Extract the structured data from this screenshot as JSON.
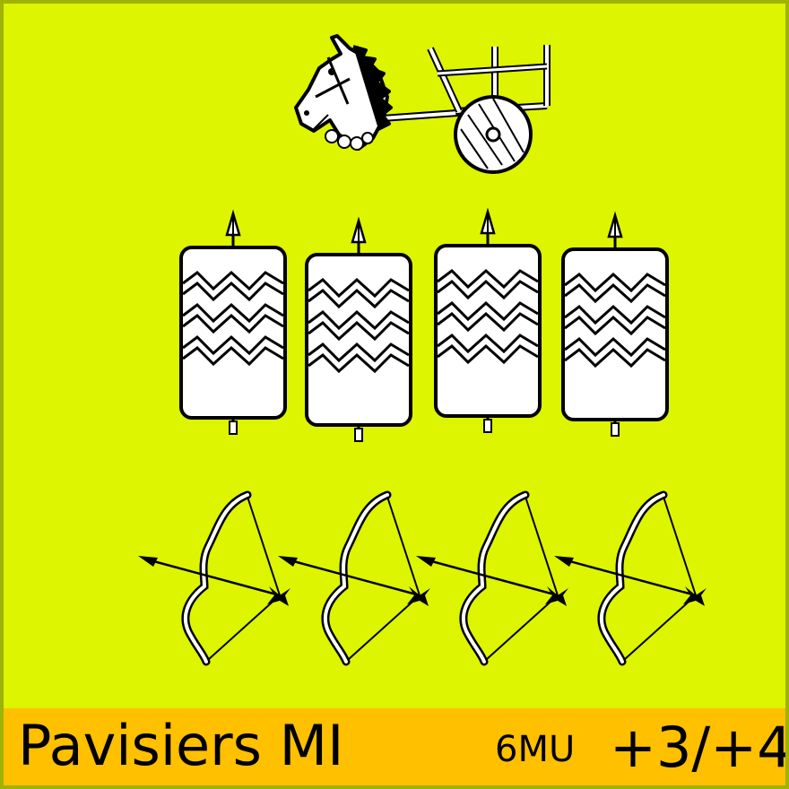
{
  "card": {
    "name": "Pavisiers MI",
    "movement": "6MU",
    "combat_factor": "+3/+4"
  },
  "icons": {
    "general": "chariot-icon",
    "front_rank": "pavise-shield-icon",
    "rear_rank": "bow-icon"
  },
  "colors": {
    "card_background": "#ddf500",
    "card_border": "#9fb300",
    "footer_background": "#ffc000",
    "line": "#000000"
  }
}
